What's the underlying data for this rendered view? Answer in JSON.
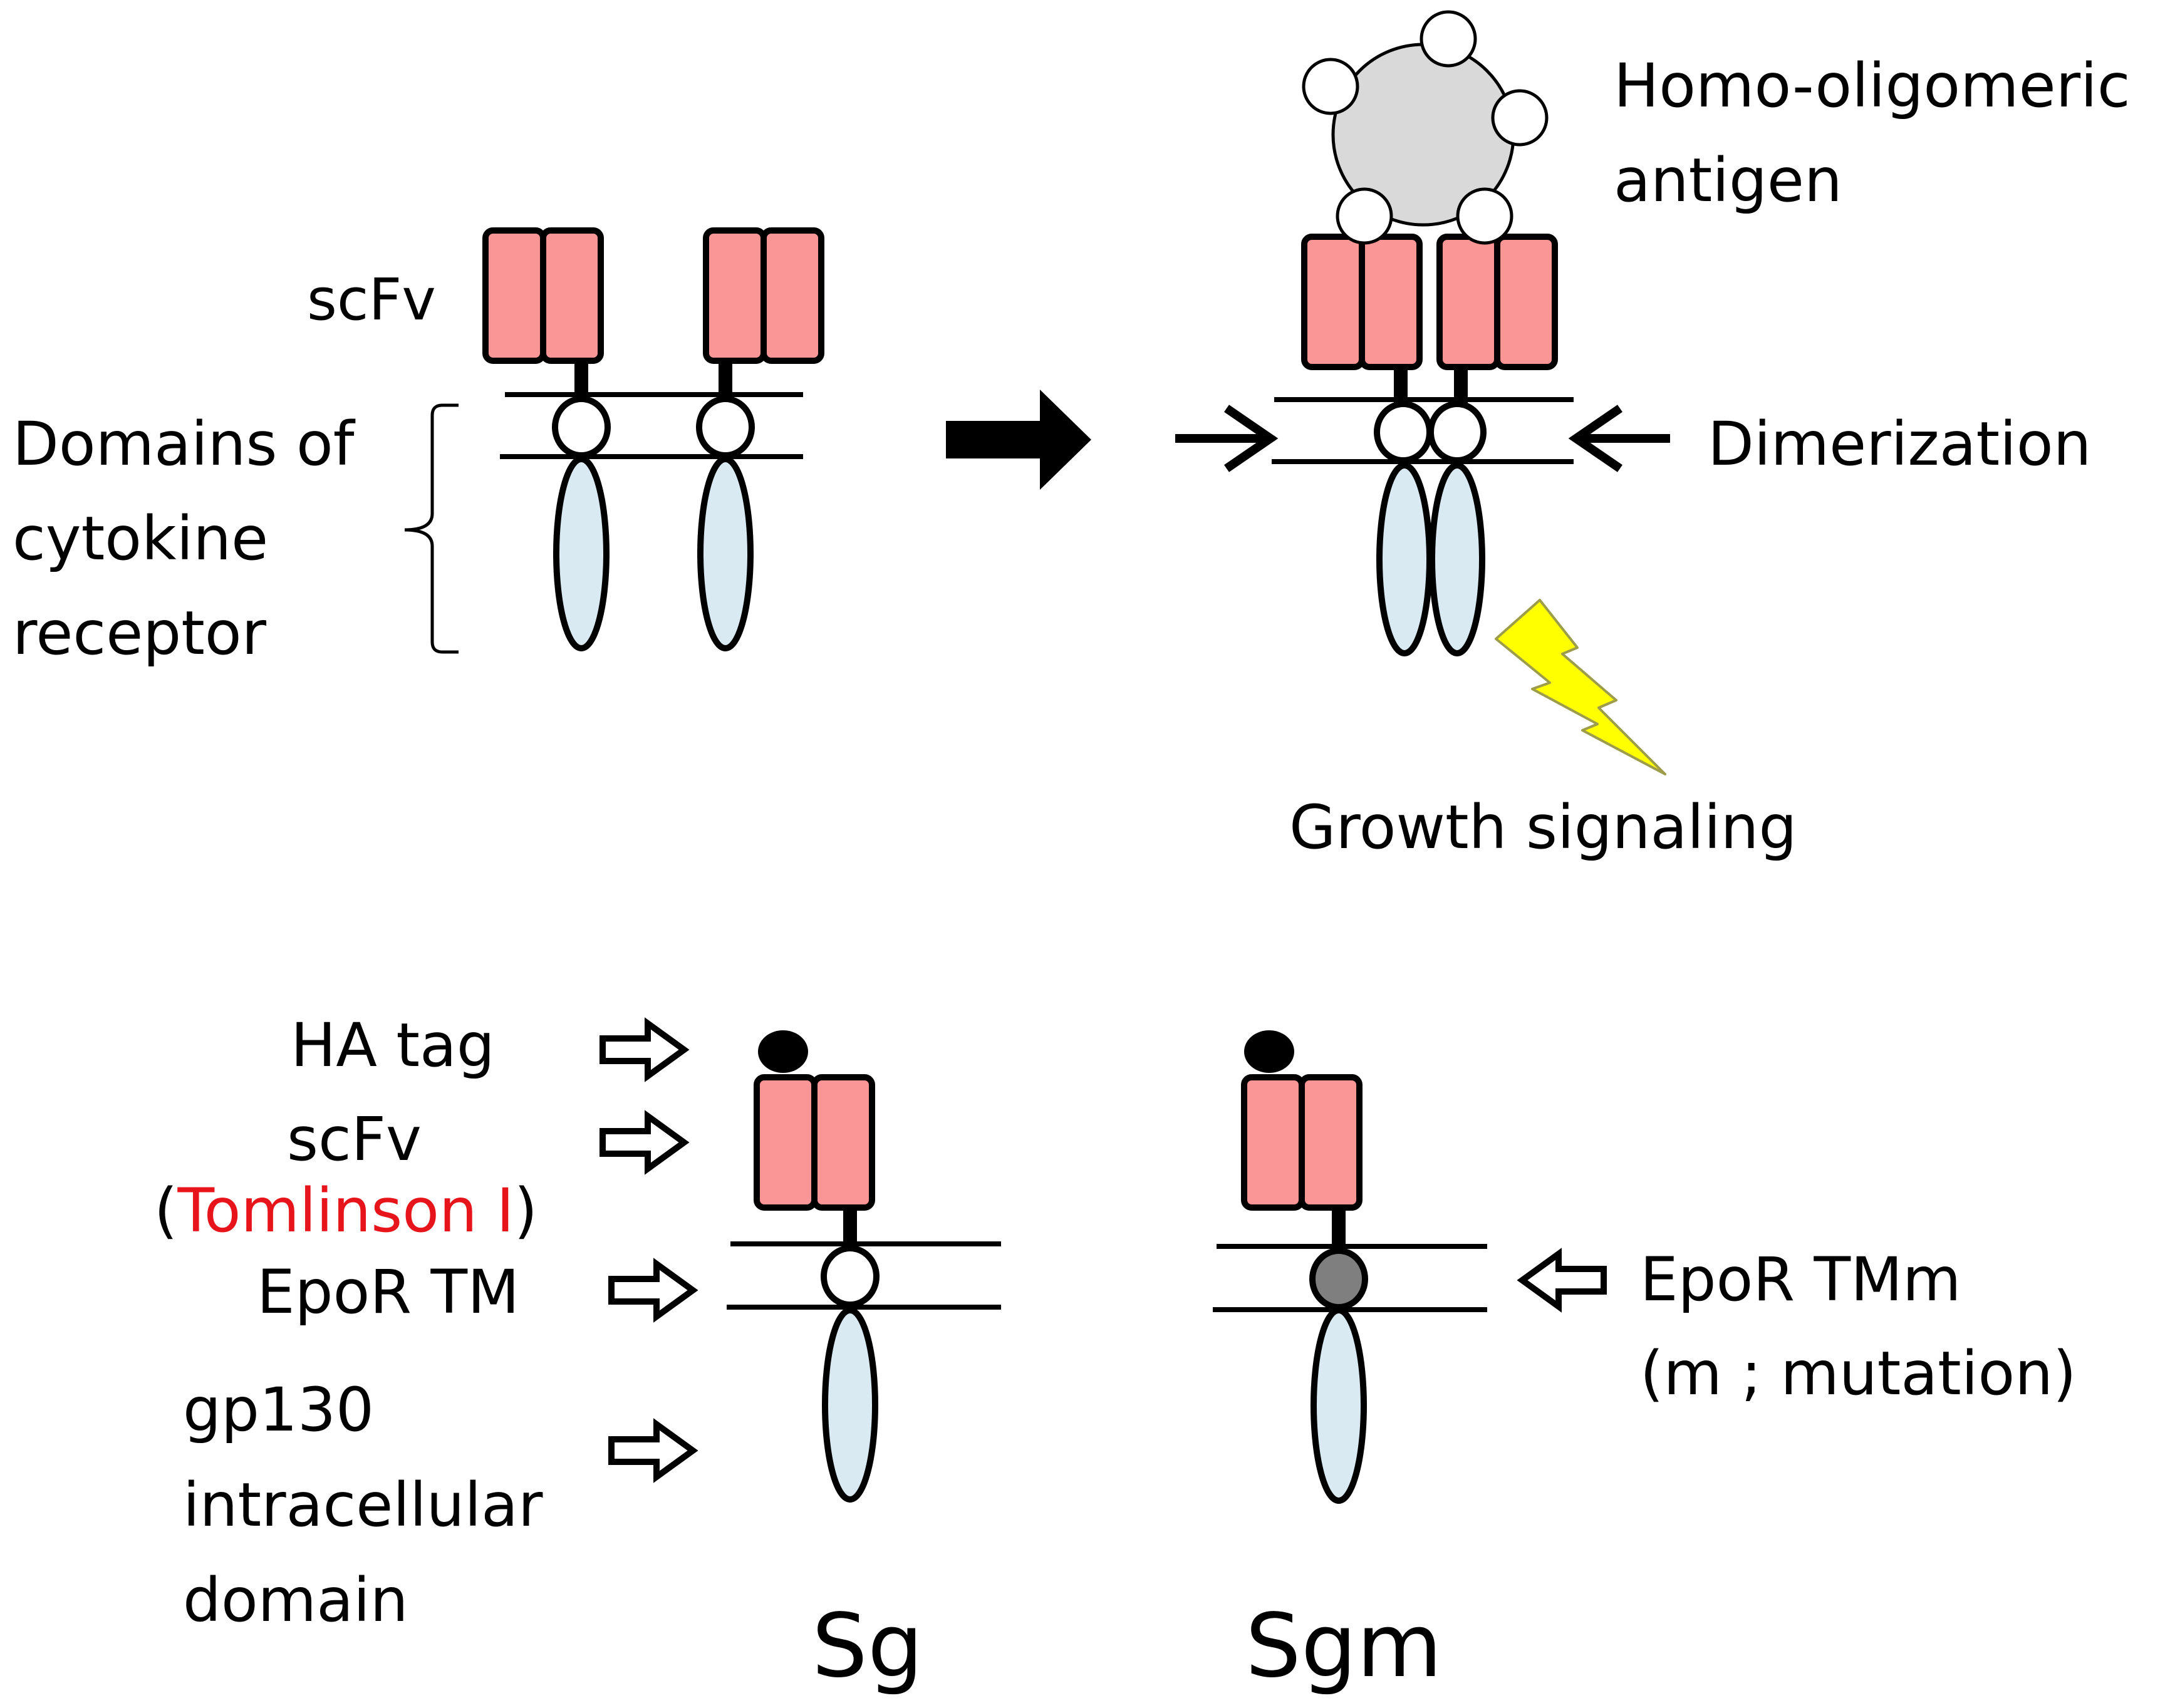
{
  "colors": {
    "scfv_fill": "#fa9696",
    "receptor_fill": "#daeaf2",
    "antigen_fill": "#d9d9d9",
    "mutation_fill": "#7f7f7f",
    "lightning_fill": "#ffff00",
    "highlight_text": "#e8141b"
  },
  "top": {
    "scfv_label": "scFv",
    "domains_label": [
      "Domains of",
      "cytokine",
      "receptor"
    ],
    "antigen_label": [
      "Homo-oligomeric",
      "antigen"
    ],
    "dimerization_label": "Dimerization",
    "growth_label": "Growth signaling"
  },
  "bottom": {
    "ha_tag": "HA tag",
    "scfv": "scFv",
    "tomlinson_open": "(",
    "tomlinson_name": "Tomlinson I",
    "tomlinson_close": ")",
    "epor_tm": "EpoR TM",
    "gp130": [
      "gp130",
      "intracellular",
      "domain"
    ],
    "epor_tmm": "EpoR TMm",
    "mutation_note": "(m ; mutation)",
    "construct_sg": "Sg",
    "construct_sgm": "Sgm"
  }
}
